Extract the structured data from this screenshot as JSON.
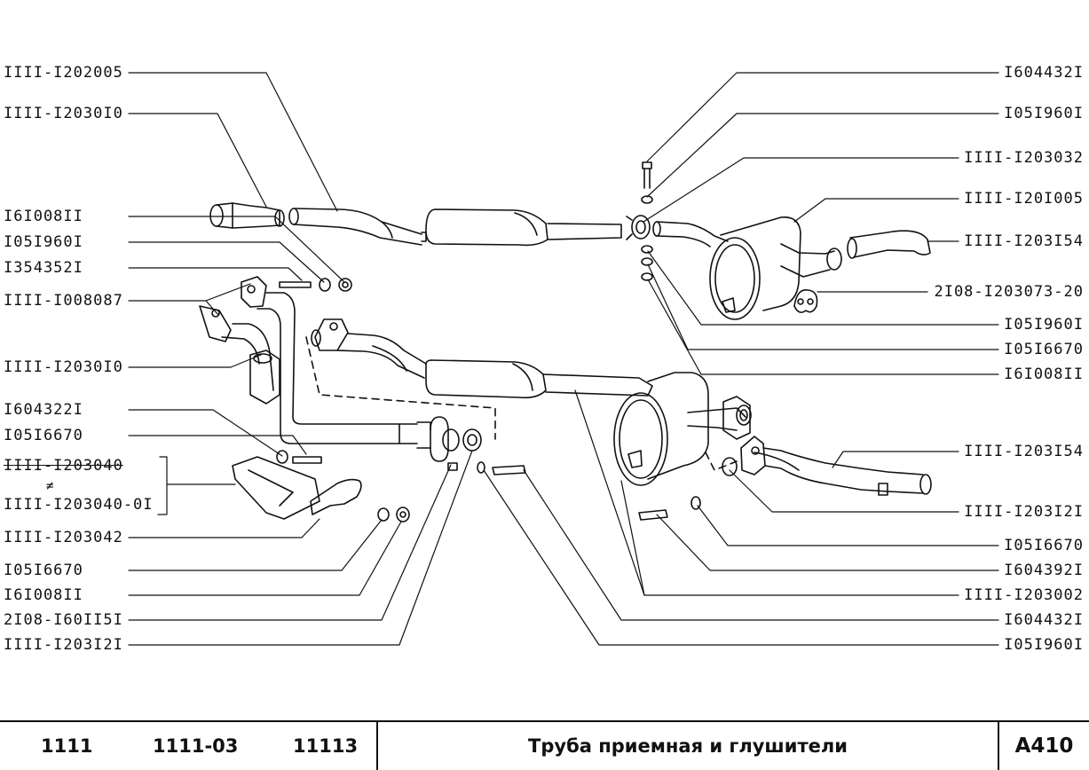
{
  "left_labels": [
    {
      "id": "l1",
      "text": "IIII-I202005"
    },
    {
      "id": "l2",
      "text": "IIII-I2030I0"
    },
    {
      "id": "l3",
      "text": "I6I008II"
    },
    {
      "id": "l4",
      "text": "I05I960I"
    },
    {
      "id": "l5",
      "text": "I354352I"
    },
    {
      "id": "l6",
      "text": "IIII-I008087"
    },
    {
      "id": "l7",
      "text": "IIII-I2030I0"
    },
    {
      "id": "l8",
      "text": "I604322I"
    },
    {
      "id": "l9",
      "text": "I05I6670"
    },
    {
      "id": "l10",
      "text": "IIII-I203040"
    },
    {
      "id": "l10b",
      "text": "IIII-I203040-0I"
    },
    {
      "id": "l11",
      "text": "IIII-I203042"
    },
    {
      "id": "l12",
      "text": "I05I6670"
    },
    {
      "id": "l13",
      "text": "I6I008II"
    },
    {
      "id": "l14",
      "text": "2I08-I60II5I"
    },
    {
      "id": "l15",
      "text": "IIII-I203I2I"
    }
  ],
  "right_labels": [
    {
      "id": "r1",
      "text": "I604432I"
    },
    {
      "id": "r2",
      "text": "I05I960I"
    },
    {
      "id": "r3",
      "text": "IIII-I203032"
    },
    {
      "id": "r4",
      "text": "IIII-I20I005"
    },
    {
      "id": "r5",
      "text": "IIII-I203I54"
    },
    {
      "id": "r6",
      "text": "2I08-I203073-20"
    },
    {
      "id": "r7",
      "text": "I05I960I"
    },
    {
      "id": "r8",
      "text": "I05I6670"
    },
    {
      "id": "r9",
      "text": "I6I008II"
    },
    {
      "id": "r10",
      "text": "IIII-I203I54"
    },
    {
      "id": "r11",
      "text": "IIII-I203I2I"
    },
    {
      "id": "r12",
      "text": "I05I6670"
    },
    {
      "id": "r13",
      "text": "I604392I"
    },
    {
      "id": "r14",
      "text": "IIII-I203002"
    },
    {
      "id": "r15",
      "text": "I604432I"
    },
    {
      "id": "r16",
      "text": "I05I960I"
    }
  ],
  "footer": {
    "model_1": "1111",
    "model_2": "1111-03",
    "model_3": "11113",
    "title": "Труба приемная и глушители",
    "code": "А410"
  }
}
